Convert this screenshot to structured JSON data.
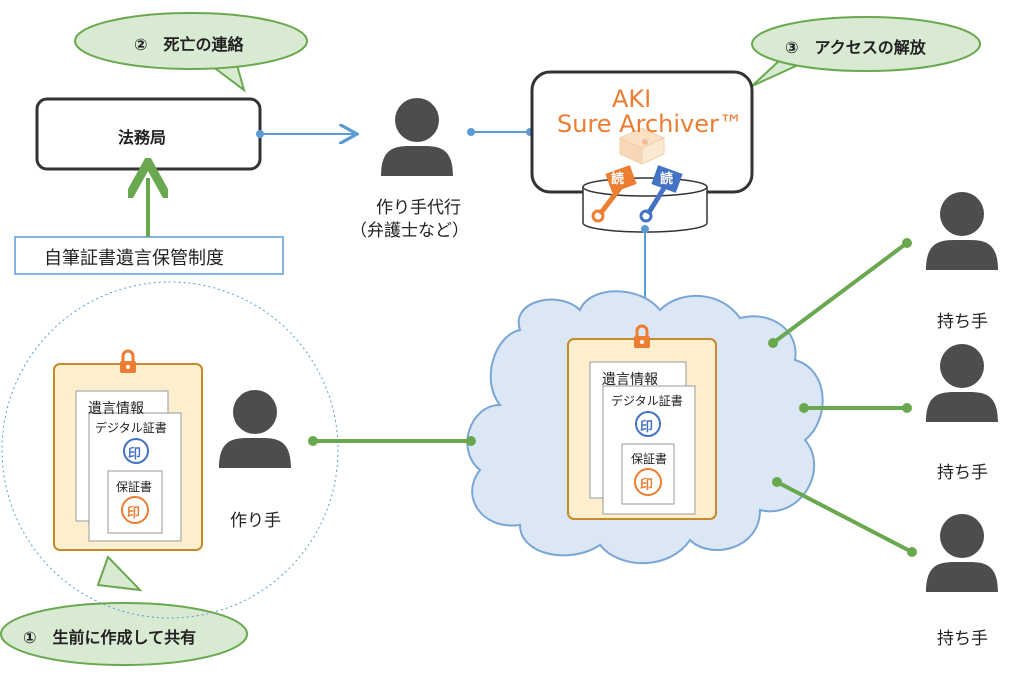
{
  "callouts": {
    "step1": "①　生前に作成して共有",
    "step2": "②　死亡の連絡",
    "step3": "③　アクセスの解放"
  },
  "legal_office": "法務局",
  "system_label": "自筆証書遺言保管制度",
  "archiver": {
    "line1": "AKI",
    "line2": "Sure Archiver™",
    "key_label": "読"
  },
  "agent": {
    "line1": "作り手代行",
    "line2": "（弁護士など）"
  },
  "creator": "作り手",
  "holders": [
    "持ち手",
    "持ち手",
    "持ち手"
  ],
  "documents": {
    "will_info": "遺言情報",
    "digital_cert": "デジタル証書",
    "guarantee": "保証書",
    "seal": "印"
  },
  "colors": {
    "green": "#6aa84f",
    "blue": "#5b9bd5",
    "orange": "#ed7d31",
    "dark_gray": "#4d4d4d",
    "callout_fill": "#d9ead3",
    "cloud_fill": "#dbe7f5",
    "panel_fill": "#fdeecd"
  }
}
